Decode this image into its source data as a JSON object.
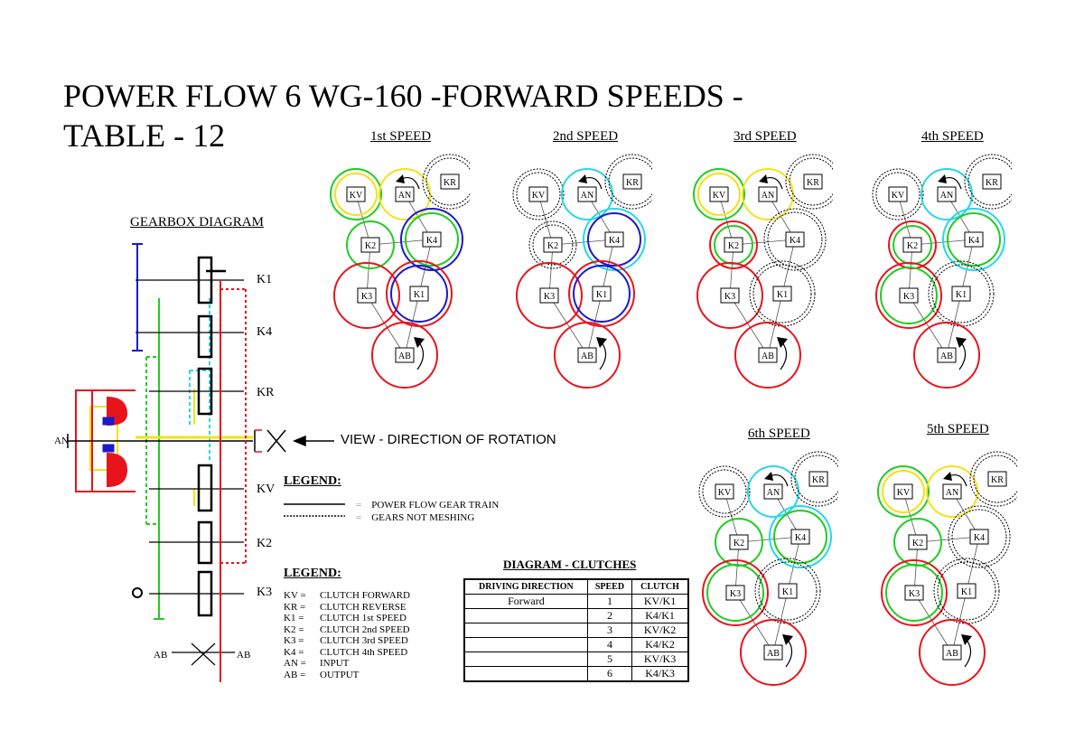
{
  "title": {
    "line1": "POWER FLOW 6 WG-160 -FORWARD SPEEDS -",
    "line2": "TABLE - 12"
  },
  "gearbox": {
    "heading": "GEARBOX DIAGRAM",
    "clutch_labels": [
      "K1",
      "K4",
      "KR",
      "KV",
      "K2",
      "K3"
    ],
    "input_label": "AN",
    "output_label_left": "AB",
    "output_label_right": "AB",
    "view_text": "VIEW - DIRECTION OF ROTATION"
  },
  "legend_lines": {
    "heading": "LEGEND:",
    "items": [
      {
        "symbol": "=",
        "text": "POWER FLOW GEAR TRAIN"
      },
      {
        "symbol": "=",
        "text": "GEARS NOT MESHING"
      }
    ]
  },
  "legend_abbrev": {
    "heading": "LEGEND:",
    "items": [
      {
        "code": "KV =",
        "text": "CLUTCH FORWARD"
      },
      {
        "code": "KR =",
        "text": "CLUTCH REVERSE"
      },
      {
        "code": "K1 =",
        "text": "CLUTCH 1st SPEED"
      },
      {
        "code": "K2 =",
        "text": "CLUTCH 2nd SPEED"
      },
      {
        "code": "K3 =",
        "text": "CLUTCH 3rd SPEED"
      },
      {
        "code": "K4 =",
        "text": "CLUTCH 4th SPEED"
      },
      {
        "code": "AN =",
        "text": "INPUT"
      },
      {
        "code": "AB =",
        "text": "OUTPUT"
      }
    ]
  },
  "clutch_table": {
    "heading": "DIAGRAM - CLUTCHES",
    "headers": [
      "DRIVING DIRECTION",
      "SPEED",
      "CLUTCH"
    ],
    "rows": [
      {
        "direction": "Forward",
        "speed": "1",
        "clutch": "KV/K1"
      },
      {
        "direction": "",
        "speed": "2",
        "clutch": "K4/K1"
      },
      {
        "direction": "",
        "speed": "3",
        "clutch": "KV/K2"
      },
      {
        "direction": "",
        "speed": "4",
        "clutch": "K4/K2"
      },
      {
        "direction": "",
        "speed": "5",
        "clutch": "KV/K3"
      },
      {
        "direction": "",
        "speed": "6",
        "clutch": "K4/K3"
      }
    ]
  },
  "colors": {
    "red": "#e8141c",
    "green": "#22cc22",
    "blue": "#1a1acc",
    "yellow": "#f2e21a",
    "cyan": "#27d7e6",
    "black": "#000000"
  },
  "speed_diagrams": [
    {
      "title": "1st SPEED",
      "gears": {
        "KV": "green/yellow",
        "AN": "yellow",
        "KR": "none",
        "K2": "green",
        "K4": "blue/green",
        "K3": "red",
        "K1": "red/blue",
        "AB": "red"
      }
    },
    {
      "title": "2nd SPEED",
      "gears": {
        "KV": "none",
        "AN": "cyan",
        "KR": "none",
        "K2": "none",
        "K4": "cyan/blue",
        "K3": "red",
        "K1": "red/blue",
        "AB": "red"
      }
    },
    {
      "title": "3rd SPEED",
      "gears": {
        "KV": "green/yellow",
        "AN": "yellow",
        "KR": "none",
        "K2": "red/green",
        "K4": "none",
        "K3": "red",
        "K1": "none",
        "AB": "red"
      }
    },
    {
      "title": "4th SPEED",
      "gears": {
        "KV": "none",
        "AN": "cyan",
        "KR": "none",
        "K2": "red/green",
        "K4": "cyan/green",
        "K3": "red/green",
        "K1": "none",
        "AB": "red"
      }
    },
    {
      "title": "6th SPEED",
      "gears": {
        "KV": "none",
        "AN": "cyan",
        "KR": "none",
        "K2": "green",
        "K4": "cyan/green",
        "K3": "red/green",
        "K1": "none",
        "AB": "red"
      }
    },
    {
      "title": "5th SPEED",
      "gears": {
        "KV": "green/yellow",
        "AN": "yellow",
        "KR": "none",
        "K2": "green",
        "K4": "none",
        "K3": "red/green",
        "K1": "none",
        "AB": "red"
      }
    }
  ]
}
